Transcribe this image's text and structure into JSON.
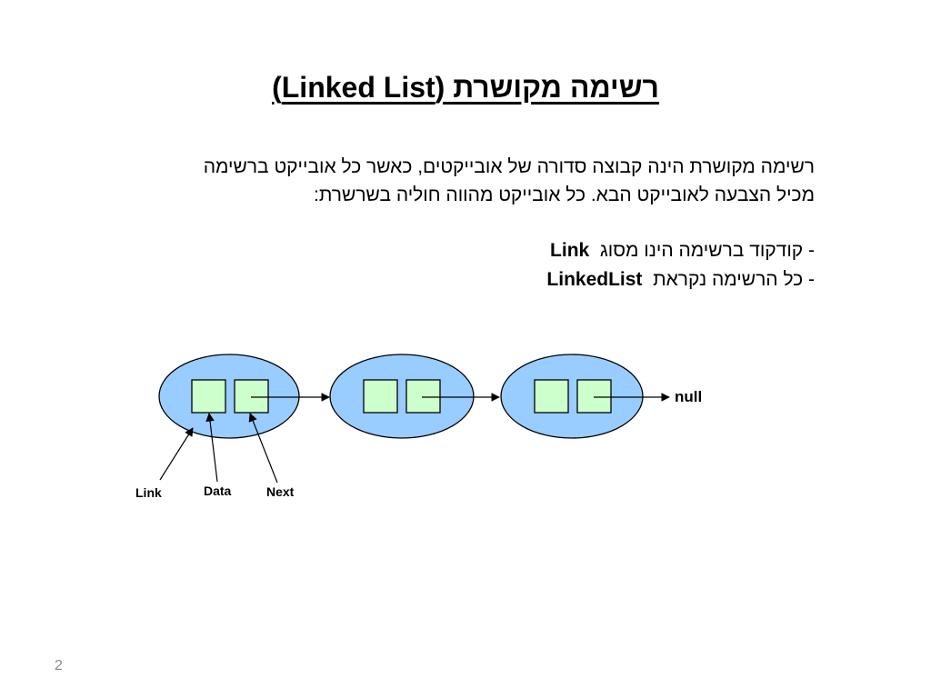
{
  "slide": {
    "title": "רשימה מקושרת (Linked List)",
    "intro_lines": [
      "רשימה מקושרת הינה קבוצה סדורה של אובייקטים, כאשר כל אובייקט ברשימה",
      "מכיל הצבעה לאובייקט הבא. כל אובייקט מהווה חוליה בשרשרת:"
    ],
    "bullets": [
      {
        "prefix": "- ",
        "text": "קודקוד ברשימה הינו מסוג",
        "term": "Link"
      },
      {
        "prefix": "- ",
        "text": "כל הרשימה נקראת",
        "term": "LinkedList"
      }
    ],
    "page_number": "2"
  },
  "diagram": {
    "node_count": 3,
    "terminal_label": "null",
    "callout_labels": {
      "link": "Link",
      "data": "Data",
      "next": "Next"
    },
    "colors": {
      "node_fill": "#99ccff",
      "field_fill": "#ccffcc",
      "stroke": "#000000"
    }
  }
}
